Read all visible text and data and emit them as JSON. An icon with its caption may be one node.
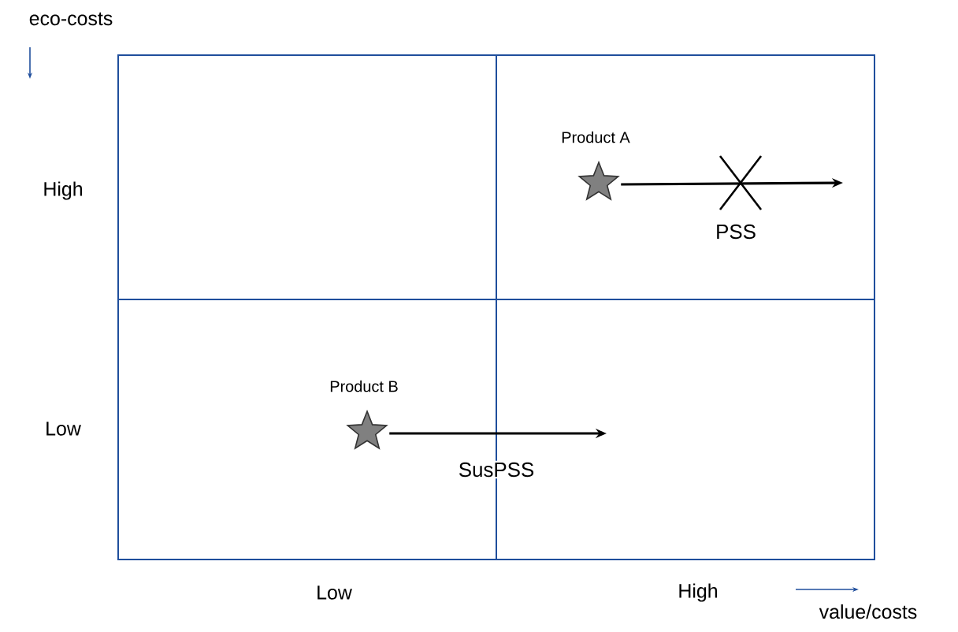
{
  "diagram": {
    "nodes": [
      {
        "text": [],
        "shape": "star",
        "beside": [
          "Product A"
        ]
      },
      {
        "text": [],
        "shape": "star",
        "beside": [
          "Product B"
        ]
      }
    ],
    "edges": [
      {
        "from": 0,
        "to": null,
        "arrow": "to",
        "label": "PSS"
      },
      {
        "from": 1,
        "to": null,
        "arrow": "to",
        "label": "SusPSS"
      }
    ],
    "labels": [
      "eco-costs",
      "High",
      "Low",
      "Low",
      "High",
      "value/costs"
    ]
  }
}
